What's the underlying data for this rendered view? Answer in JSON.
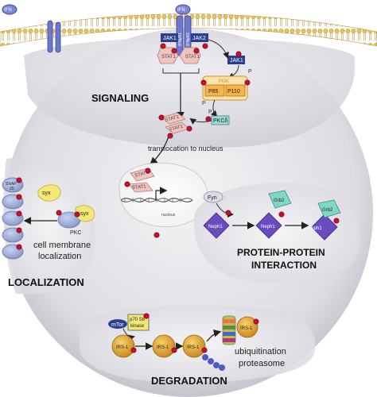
{
  "colors": {
    "stat": "#f2c4c0",
    "stat_stroke": "#b27f7a",
    "phospho": "#c8102e",
    "jak": "#2b3f8f",
    "pi3k_orange": "#f7b24a",
    "pkc": "#9fd8cf",
    "snap": "#a7b6de",
    "syx": "#f2e877",
    "neph": "#6a4cc0",
    "grb": "#7fd7c4",
    "irs": "#e6a22d",
    "membrane": "#e8c968"
  },
  "icons": [
    "ifn-ligand-icon",
    "receptor-icon",
    "phosphate-icon",
    "dna-icon",
    "proteasome-icon"
  ],
  "signaling": {
    "title": "SIGNALING",
    "ifn_left": "IFN",
    "ifn_right": "IFN",
    "receptor_1": "IFNγR1",
    "receptor_2": "IFNγR2",
    "jak1_left": "JAK1",
    "jak2": "JAK2",
    "jak1_right": "JAK1",
    "stat1_a": "STAT1",
    "stat1_b": "STAT1",
    "stat1_c": "STAT1",
    "stat1_d": "STAT1",
    "stat1_e": "STAT1",
    "stat1_f": "STAT1",
    "pi3k": "PI3K",
    "p85": "P85",
    "p110": "P110",
    "p_label_1": "P",
    "p_label_2": "P",
    "p_label_3": "P",
    "pkc_delta": "PKCδ",
    "translocation": "translocation to nucleus",
    "nucleus": "nucleus"
  },
  "localization": {
    "title": "LOCALIZATION",
    "syx_a": "syx",
    "syx_b": "syx",
    "snap_top": "SNAP",
    "snap_num": "25",
    "pkc": "PKC",
    "caption_1": "cell membrane",
    "caption_2": "localization"
  },
  "interaction": {
    "title_1": "PROTEIN-PROTEIN",
    "title_2": "INTERACTION",
    "fyn": "Fyn",
    "grb2_a": "Grb2",
    "grb2_b": "Grb2",
    "neph1_a": "Neph1",
    "neph1_b": "Neph1",
    "neph1_c": "Neph1"
  },
  "degradation": {
    "title": "DEGRADATION",
    "mtor": "mTor",
    "p70_1": "p70 S6",
    "p70_2": "kinase",
    "irs_a": "IRS-1",
    "irs_b": "IRS-1",
    "irs_c": "IRS-1",
    "irs_d": "IRS-1",
    "caption_1": "ubiquitination",
    "caption_2": "proteasome"
  }
}
